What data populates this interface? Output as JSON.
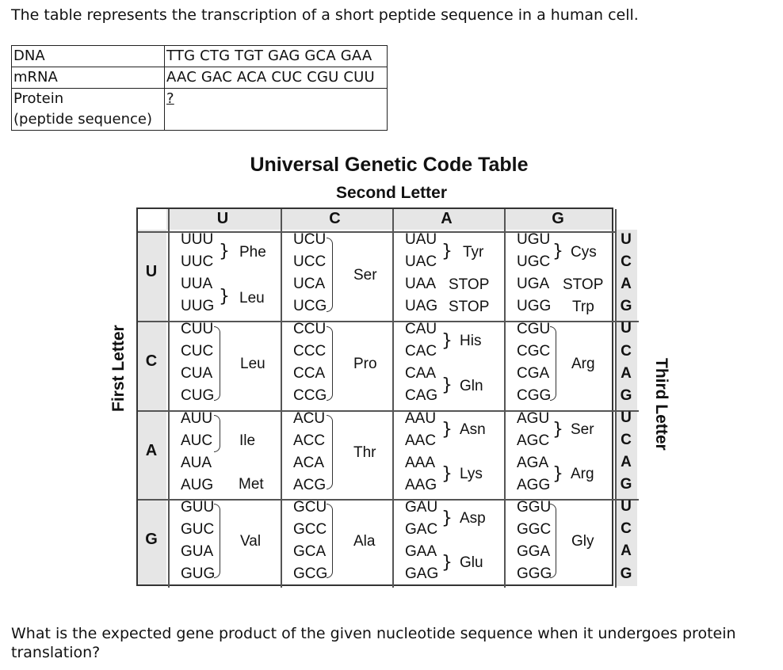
{
  "intro": "The table represents the transcription of a short peptide sequence in a human cell.",
  "seq_table": {
    "rows": [
      {
        "label": "DNA",
        "value": "TTG CTG TGT GAG GCA GAA"
      },
      {
        "label": "mRNA",
        "value": "AAC GAC ACA CUC CGU CUU"
      },
      {
        "label": "Protein",
        "label2": "(peptide sequence)",
        "value": "?"
      }
    ]
  },
  "figure": {
    "title": "Universal Genetic Code Table",
    "second_letter": "Second Letter",
    "first_letter": "First Letter",
    "third_letter": "Third Letter",
    "columns": [
      "U",
      "C",
      "A",
      "G"
    ],
    "rows": [
      "U",
      "C",
      "A",
      "G"
    ],
    "third": [
      "U",
      "C",
      "A",
      "G",
      "U",
      "C",
      "A",
      "G",
      "U",
      "C",
      "A",
      "G",
      "U",
      "C",
      "A",
      "G"
    ],
    "codons": {
      "U": {
        "U": [
          "UUU",
          "UUC",
          "UUA",
          "UUG"
        ],
        "C": [
          "UCU",
          "UCC",
          "UCA",
          "UCG"
        ],
        "A": [
          "UAU",
          "UAC",
          "UAA",
          "UAG"
        ],
        "G": [
          "UGU",
          "UGC",
          "UGA",
          "UGG"
        ]
      },
      "C": {
        "U": [
          "CUU",
          "CUC",
          "CUA",
          "CUG"
        ],
        "C": [
          "CCU",
          "CCC",
          "CCA",
          "CCG"
        ],
        "A": [
          "CAU",
          "CAC",
          "CAA",
          "CAG"
        ],
        "G": [
          "CGU",
          "CGC",
          "CGA",
          "CGG"
        ]
      },
      "A": {
        "U": [
          "AUU",
          "AUC",
          "AUA",
          "AUG"
        ],
        "C": [
          "ACU",
          "ACC",
          "ACA",
          "ACG"
        ],
        "A": [
          "AAU",
          "AAC",
          "AAA",
          "AAG"
        ],
        "G": [
          "AGU",
          "AGC",
          "AGA",
          "AGG"
        ]
      },
      "G": {
        "U": [
          "GUU",
          "GUC",
          "GUA",
          "GUG"
        ],
        "C": [
          "GCU",
          "GCC",
          "GCA",
          "GCG"
        ],
        "A": [
          "GAU",
          "GAC",
          "GAA",
          "GAG"
        ],
        "G": [
          "GGU",
          "GGC",
          "GGA",
          "GGG"
        ]
      }
    },
    "amino": {
      "UU1": "Phe",
      "UU2": "Leu",
      "UC": "Ser",
      "UA1": "Tyr",
      "UA_stop1": "STOP",
      "UA_stop2": "STOP",
      "UG1": "Cys",
      "UG_stop": "STOP",
      "UG_trp": "Trp",
      "CU": "Leu",
      "CC": "Pro",
      "CA1": "His",
      "CA2": "Gln",
      "CG": "Arg",
      "AU1": "Ile",
      "AU_met": "Met",
      "AC": "Thr",
      "AA1": "Asn",
      "AA2": "Lys",
      "AG1": "Ser",
      "AG2": "Arg",
      "GU": "Val",
      "GC": "Ala",
      "GA1": "Asp",
      "GA2": "Glu",
      "GG": "Gly"
    }
  },
  "question": "What is the expected gene product of the given nucleotide sequence when it undergoes protein translation?"
}
